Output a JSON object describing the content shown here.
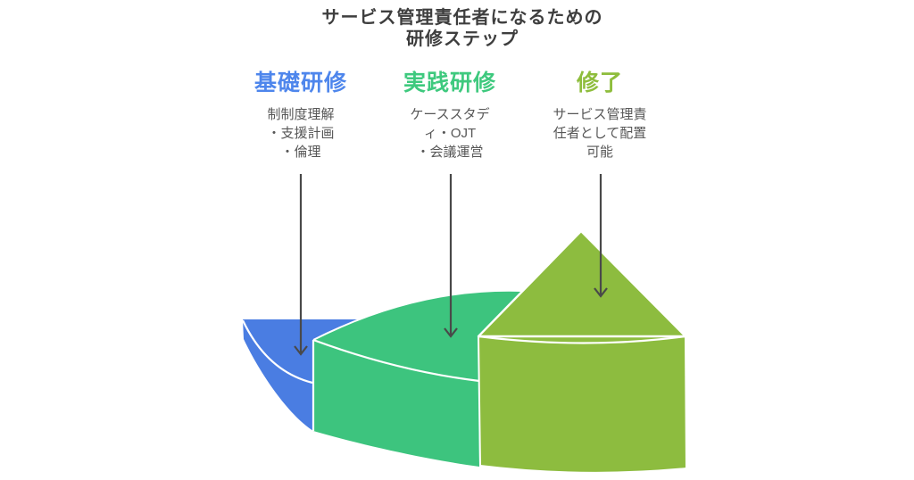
{
  "title": "サービス管理責任者になるための\n研修ステップ",
  "steps": [
    {
      "label": "基礎研修",
      "label_color": "#4e86ec",
      "description": "制制度理解\n・支援計画\n・倫理"
    },
    {
      "label": "実践研修",
      "label_color": "#3ec97e",
      "description": "ケーススタデ\nィ・OJT\n・会議運営"
    },
    {
      "label": "修了",
      "label_color": "#8ebd3c",
      "description": "サービス管理責\n任者として配置\n可能"
    }
  ],
  "figure": {
    "wedge_colors": [
      "#4a7de2",
      "#3dc47e",
      "#8dbc3f"
    ],
    "outline_color": "#ffffff",
    "arrow_color": "#494949"
  },
  "text_colors": {
    "title": "#3e3e3e",
    "description": "#575757"
  }
}
